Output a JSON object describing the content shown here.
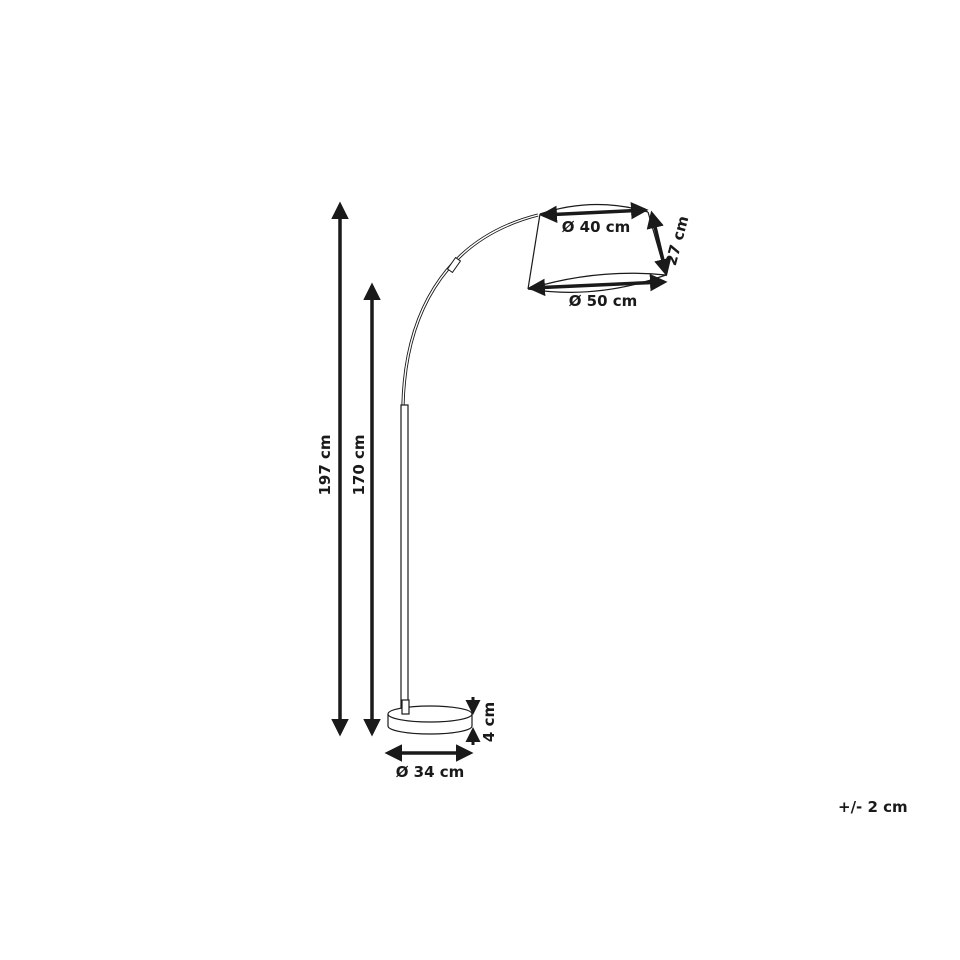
{
  "diagram": {
    "subject": "arc floor lamp",
    "dimensions": {
      "total_height": "197 cm",
      "pole_height": "170 cm",
      "shade_top_diameter": "Ø 40 cm",
      "shade_bottom_diameter": "Ø 50 cm",
      "shade_height": "27 cm",
      "base_diameter": "Ø 34 cm",
      "base_height": "4 cm"
    },
    "tolerance": "+/- 2 cm",
    "colors": {
      "line": "#1a1a1a",
      "background": "#ffffff"
    }
  }
}
